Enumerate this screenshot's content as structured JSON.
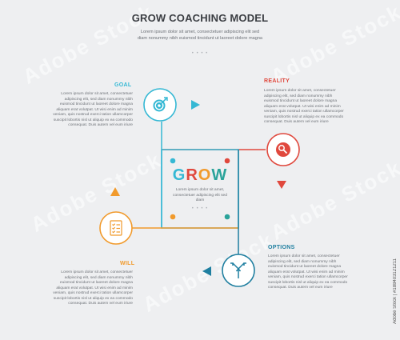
{
  "header": {
    "title": "GROW COACHING MODEL",
    "subtitle": "Lorem ipsum dolor sit amet, consectetuer adipiscing elit sed diam nonummy nibh euismod tincidunt ut laoreet dolore magna",
    "dots": "• • • •"
  },
  "center": {
    "word": [
      "G",
      "R",
      "O",
      "W"
    ],
    "letter_colors": [
      "#35b8d4",
      "#e0483d",
      "#f19a2c",
      "#2aa39a"
    ],
    "text": "Lorem ipsum dolor sit amet, consectetuer adipiscing elit sed diam",
    "dots": "• • • •"
  },
  "stages": {
    "goal": {
      "label": "GOAL",
      "color": "#35b8d4",
      "icon": "target-icon",
      "text": "Lorem ipsum dolor sit amet, consectetuer adipiscing elit, sed diam nonummy nibh euismod tincidunt ut laoreet dolore magna aliquam erat volutpat. Ut wisi enim ad minim veniam, quis nostrud exerci tation ullamcorper suscipit lobortis nisl ut aliquip ex ea commodo consequat. Duis autem vel eum iriure"
    },
    "reality": {
      "label": "REALITY",
      "color": "#e0483d",
      "icon": "search-icon",
      "text": "Lorem ipsum dolor sit amet, consectetuer adipiscing elit, sed diam nonummy nibh euismod tincidunt ut laoreet dolore magna aliquam erat volutpat. Ut wisi enim ad minim veniam, quis nostrud exerci tation ullamcorper suscipit lobortis nisl ut aliquip ex ea commodo consequat. Duis autem vel eum iriure"
    },
    "options": {
      "label": "OPTIONS",
      "color": "#1f7fa0",
      "icon": "split-arrows-icon",
      "text": "Lorem ipsum dolor sit amet, consectetuer adipiscing elit, sed diam nonummy nibh euismod tincidunt ut laoreet dolore magna aliquam erat volutpat. Ut wisi enim ad minim veniam, quis nostrud exerci tation ullamcorper suscipit lobortis nisl ut aliquip ex ea commodo consequat. Duis autem vel eum iriure"
    },
    "will": {
      "label": "WILL",
      "color": "#f19a2c",
      "icon": "checklist-icon",
      "text": "Lorem ipsum dolor sit amet, consectetuer adipiscing elit, sed diam nonummy nibh euismod tincidunt ut laoreet dolore magna aliquam erat volutpat. Ut wisi enim ad minim veniam, quis nostrud exerci tation ullamcorper suscipit lobortis nisl ut aliquip ex ea commodo consequat. Duis autem vel eum iriure"
    }
  },
  "stock": {
    "id": "Adobe Stock | #188403121211"
  }
}
